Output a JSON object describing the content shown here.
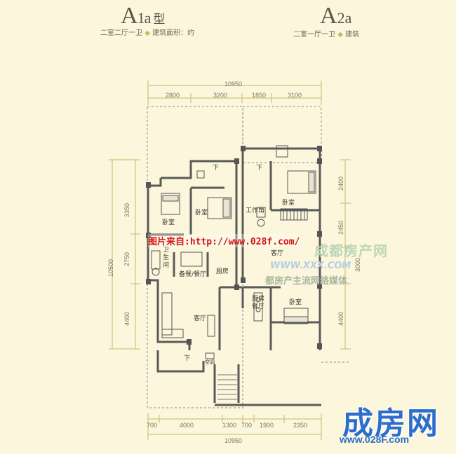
{
  "header": {
    "a1_letter": "A",
    "a1_sub": "1a",
    "a1_cn": "型",
    "a1_desc_part1": "二室二厅一卫",
    "a1_desc_sep": "◆",
    "a1_desc_part2": "建筑面积：约",
    "a2_letter": "A",
    "a2_sub": "2a",
    "a2_desc_part1": "二室一厅一卫",
    "a2_desc_sep": "◆",
    "a2_desc_part2": "建筑"
  },
  "dimensions": {
    "top_total": "10950",
    "top_segments": [
      "2800",
      "3200",
      "1850",
      "3100"
    ],
    "bottom_total": "10950",
    "bottom_segments": [
      "700",
      "4000",
      "1300",
      "700",
      "1900",
      "2350"
    ],
    "left_total": "10500",
    "left_segments": [
      "3350",
      "2750",
      "4400"
    ],
    "right_segments": [
      "2400",
      "2450",
      "3000",
      "4400"
    ]
  },
  "rooms": {
    "bedroom_left": "卧室",
    "bedroom_mid": "卧室",
    "bedroom_right_top": "卧室",
    "bedroom_right_bottom": "卧室",
    "bathroom": "卫\n生\n间",
    "dining": "备餐/餐厅",
    "kitchen_left": "厨房",
    "living_left": "客厅",
    "work_corner": "工作角",
    "living_right": "客厅",
    "kitchen_dining_right": "厨房\n餐厅",
    "down1": "下",
    "down2": "下",
    "down3": "下",
    "ac": "空调"
  },
  "watermark": {
    "source_text": "图片来自:http://www.028f.com/",
    "faint_cn": "成都房产网",
    "faint_url": "WWW.XXX.COM",
    "faint_media": "都房产主流网络媒体"
  },
  "logo": {
    "brand": "成房网",
    "url": "www.028F.com"
  },
  "colors": {
    "background": "#fbf6dc",
    "wall": "#5a5a5a",
    "dim_line": "#c9b866",
    "logo_blue": "#2e6ecb",
    "watermark_red": "#d81414"
  }
}
